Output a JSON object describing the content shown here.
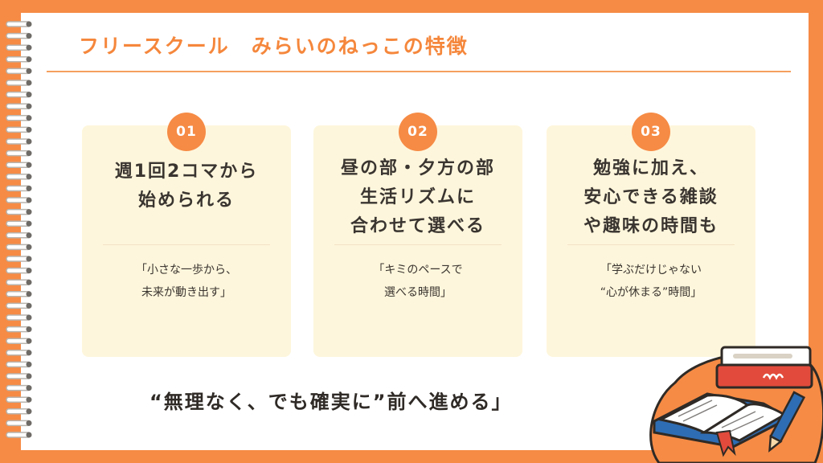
{
  "title": "フリースクール　みらいのねっこの特徴",
  "cards": [
    {
      "number": "01",
      "heading_lines": [
        "週1回2コマから",
        "始められる"
      ],
      "sub_lines": [
        "「小さな一歩から、",
        "未来が動き出す」"
      ]
    },
    {
      "number": "02",
      "heading_lines": [
        "昼の部・夕方の部",
        "生活リズムに",
        "合わせて選べる"
      ],
      "sub_lines": [
        "「キミのペースで",
        "選べる時間」"
      ]
    },
    {
      "number": "03",
      "heading_lines": [
        "勉強に加え、",
        "安心できる雑談",
        "や趣味の時間も"
      ],
      "sub_lines": [
        "「学ぶだけじゃない",
        "“心が休まる”時間」"
      ]
    }
  ],
  "motto": "“無理なく、でも確実に”前へ進める」",
  "colors": {
    "accent": "#F68B45",
    "card_bg": "#FEF6DC",
    "text": "#3A3530"
  }
}
